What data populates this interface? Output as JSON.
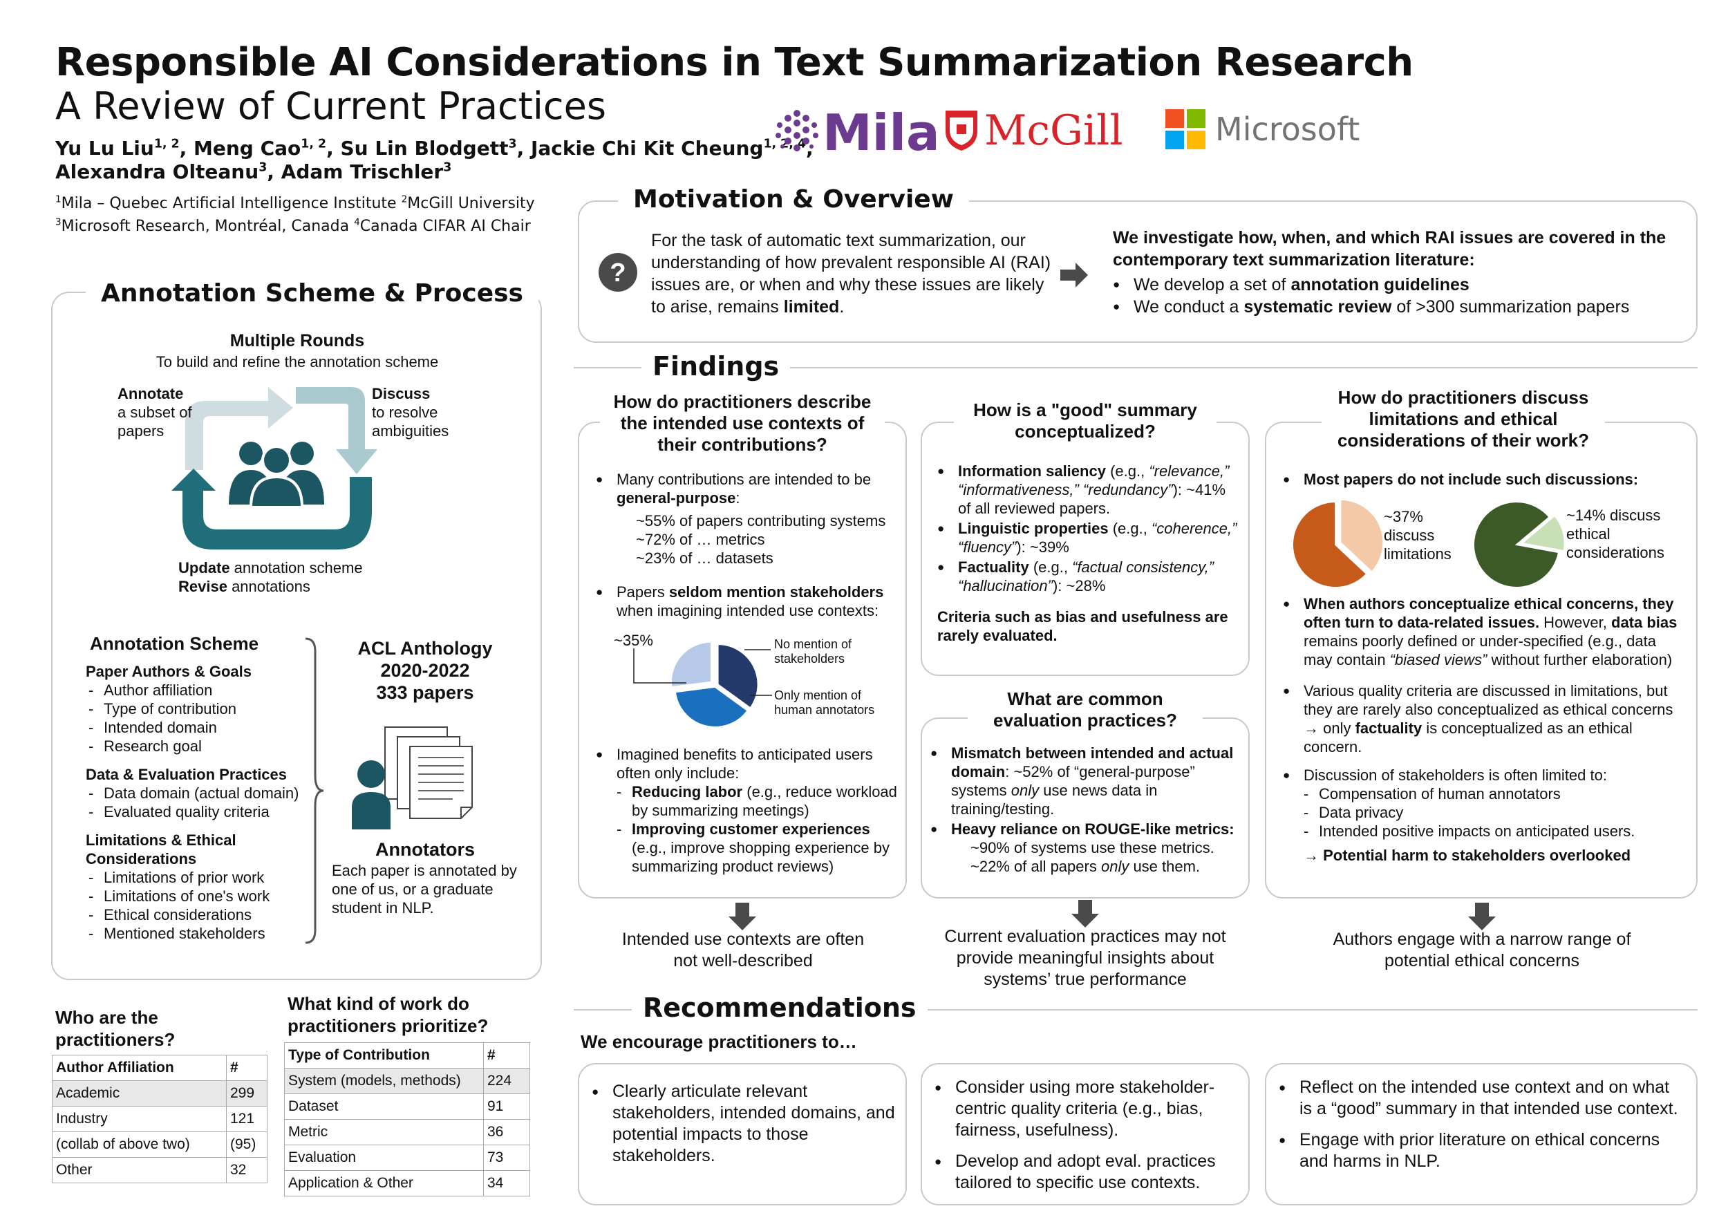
{
  "header": {
    "title": "Responsible AI Considerations in Text Summarization Research",
    "subtitle": "A Review of Current Practices",
    "authors": [
      {
        "name": "Yu Lu Liu",
        "sup": "1, 2"
      },
      {
        "name": "Meng Cao",
        "sup": "1, 2"
      },
      {
        "name": "Su Lin Blodgett",
        "sup": "3"
      },
      {
        "name": "Jackie Chi Kit Cheung",
        "sup": "1, 2, 4"
      },
      {
        "name": "Alexandra Olteanu",
        "sup": "3"
      },
      {
        "name": "Adam Trischler",
        "sup": "3"
      }
    ],
    "affiliations": {
      "a1": "Mila – Quebec Artificial Intelligence Institute",
      "a2": "McGill University",
      "a3": "Microsoft Research, Montréal, Canada",
      "a4": "Canada CIFAR AI Chair"
    },
    "logos": {
      "mila": "Mila",
      "mcgill": "McGill",
      "microsoft": "Microsoft"
    }
  },
  "colors": {
    "teal": "#1f6e7a",
    "teal_light": "#a9c9cf",
    "mila": "#6c3a8f",
    "mcgill": "#d8232a",
    "orange": "#c55a1a",
    "peach": "#f4c9a8",
    "dark_green": "#3c5a28",
    "light_green": "#c8e0b8",
    "navy": "#243a6b",
    "blue": "#1b6fbf",
    "light_blue": "#b7c9e8"
  },
  "motivation": {
    "title": "Motivation & Overview",
    "left_text_pre": "For the task of automatic text summarization, our understanding of how prevalent responsible AI (RAI) issues are, or when and why these issues are likely to arise, remains ",
    "left_text_bold": "limited",
    "left_text_post": ".",
    "question_icon": "question-circle-icon",
    "right_heading": "We investigate how, when, and which RAI issues are covered in the contemporary text summarization literature:",
    "bullet1_pre": "We develop a set of ",
    "bullet1_bold": "annotation guidelines",
    "bullet2_pre": "We conduct a ",
    "bullet2_bold": "systematic review",
    "bullet2_post": " of >300 summarization papers"
  },
  "annotation": {
    "title": "Annotation Scheme & Process",
    "rounds_title": "Multiple Rounds",
    "rounds_sub": "To build and refine the annotation scheme",
    "annotate_bold": "Annotate",
    "annotate_rest": "a subset of papers",
    "discuss_bold": "Discuss",
    "discuss_rest": "to resolve ambiguities",
    "update_bold": "Update",
    "update_rest": " annotation scheme",
    "revise_bold": "Revise",
    "revise_rest": " annotations",
    "scheme_title": "Annotation Scheme",
    "groups": [
      {
        "name": "Paper Authors & Goals",
        "items": [
          "Author affiliation",
          "Type of contribution",
          "Intended domain",
          "Research goal"
        ]
      },
      {
        "name": "Data & Evaluation Practices",
        "items": [
          "Data domain (actual domain)",
          "Evaluated quality criteria"
        ]
      },
      {
        "name": "Limitations & Ethical Considerations",
        "items": [
          "Limitations of prior work",
          "Limitations of one's work",
          "Ethical considerations",
          "Mentioned stakeholders"
        ]
      }
    ],
    "acl_line1": "ACL Anthology",
    "acl_line2": "2020-2022",
    "acl_line3": "333 papers",
    "annotators_title": "Annotators",
    "annotators_text": "Each paper is annotated by one of us, or a graduate student in NLP."
  },
  "practitioners": {
    "title": "Who are the practitioners?",
    "headers": [
      "Author Affiliation",
      "#"
    ],
    "rows": [
      [
        "Academic",
        "299"
      ],
      [
        "Industry",
        "121"
      ],
      [
        "(collab of above two)",
        "(95)"
      ],
      [
        "Other",
        "32"
      ]
    ]
  },
  "work_kind": {
    "title": "What kind of work do practitioners prioritize?",
    "headers": [
      "Type of Contribution",
      "#"
    ],
    "rows": [
      [
        "System (models, methods)",
        "224"
      ],
      [
        "Dataset",
        "91"
      ],
      [
        "Metric",
        "36"
      ],
      [
        "Evaluation",
        "73"
      ],
      [
        "Application & Other",
        "34"
      ]
    ]
  },
  "findings": {
    "title": "Findings",
    "col1": {
      "title": "How do practitioners describe the intended use contexts of their contributions?",
      "b1_pre": "Many contributions are intended to be ",
      "b1_bold": "general-purpose",
      "b1_post": ":",
      "b1_subs": [
        "~55% of papers contributing systems",
        "~72% of … metrics",
        "~23% of … datasets"
      ],
      "b2_pre": "Papers ",
      "b2_bold": "seldom mention stakeholders",
      "b2_post": " when imagining intended use contexts:",
      "b2_pct": "~35%",
      "pie_label1": "No mention of stakeholders",
      "pie_label2": "Only mention of human annotators",
      "b3": "Imagined benefits to anticipated users often only include:",
      "b3_s1_bold": "Reducing labor",
      "b3_s1_rest": " (e.g., reduce workload by summarizing meetings)",
      "b3_s2_bold": "Improving customer experiences",
      "b3_s2_rest": " (e.g., improve shopping experience by summarizing product reviews)",
      "conclusion": "Intended use contexts are often not well-described"
    },
    "col2a": {
      "title": "How is a \"good\" summary conceptualized?",
      "b1_bold": "Information saliency",
      "b1_rest": " (e.g., ",
      "b1_ital": "“relevance,” “informativeness,” “redundancy”",
      "b1_end": "): ~41% of all reviewed papers.",
      "b2_bold": "Linguistic properties",
      "b2_rest": " (e.g., ",
      "b2_ital": "“coherence,” “fluency”",
      "b2_end": "): ~39%",
      "b3_bold": "Factuality",
      "b3_rest": " (e.g., ",
      "b3_ital": "“factual consistency,” “hallucination”",
      "b3_end": "): ~28%",
      "note": "Criteria such as bias and usefulness are rarely evaluated."
    },
    "col2b": {
      "title": "What are common evaluation practices?",
      "b1_bold": "Mismatch between intended and actual domain",
      "b1_rest": ": ~52% of “general-purpose” systems ",
      "b1_ital": "only",
      "b1_end": " use news data in training/testing.",
      "b2_bold": "Heavy reliance on ROUGE-like metrics:",
      "b2_s1": "~90% of systems use these metrics.",
      "b2_s2_pre": "~22% of all papers ",
      "b2_s2_ital": "only",
      "b2_s2_end": " use them.",
      "conclusion": "Current evaluation practices may not provide meaningful insights about systems’ true performance"
    },
    "col3": {
      "title": "How do practitioners discuss limitations and ethical considerations of their work?",
      "b1": "Most papers do not include such discussions:",
      "pie1_label": "~37% discuss limitations",
      "pie2_label": "~14% discuss ethical considerations",
      "b2_bold": "When authors conceptualize ethical concerns, they often turn to data-related issues.",
      "b2_rest": " However, ",
      "b2_bold2": "data bias",
      "b2_rest2": " remains poorly defined or under-specified (e.g., data may contain ",
      "b2_ital": "“biased views”",
      "b2_end": " without further elaboration)",
      "b3_pre": "Various quality criteria are discussed in limitations, but they are rarely also conceptualized as ethical concerns → only ",
      "b3_bold": "factuality",
      "b3_post": " is conceptualized as an ethical concern.",
      "b4": "Discussion of stakeholders is often limited to:",
      "b4_subs": [
        "Compensation of human annotators",
        "Data privacy",
        "Intended positive impacts on anticipated users."
      ],
      "b4_conclusion": "→ Potential harm to stakeholders overlooked",
      "conclusion": "Authors engage with a narrow range of potential ethical concerns"
    }
  },
  "chart_data": [
    {
      "type": "pie",
      "values": [
        35,
        38,
        27
      ],
      "labels": [
        "No mention of stakeholders",
        "Only mention of human annotators",
        ""
      ],
      "colors": [
        "#243a6b",
        "#1b6fbf",
        "#b7c9e8"
      ]
    },
    {
      "type": "pie",
      "values": [
        37,
        63
      ],
      "labels": [
        "~37% discuss limitations",
        ""
      ],
      "colors": [
        "#f4c9a8",
        "#c55a1a"
      ]
    },
    {
      "type": "pie",
      "values": [
        14,
        86
      ],
      "labels": [
        "~14% discuss ethical considerations",
        ""
      ],
      "colors": [
        "#c8e0b8",
        "#3c5a28"
      ]
    }
  ],
  "recommendations": {
    "title": "Recommendations",
    "intro": "We encourage practitioners to…",
    "box1": [
      "Clearly articulate relevant stakeholders, intended domains, and potential impacts to those stakeholders."
    ],
    "box2": [
      "Consider using more stakeholder-centric quality criteria (e.g., bias, fairness, usefulness).",
      "Develop and adopt eval. practices tailored to specific use contexts."
    ],
    "box3": [
      "Reflect on the intended use context and on what is a “good” summary in that intended use context.",
      "Engage with prior literature on ethical concerns and harms in NLP."
    ]
  }
}
